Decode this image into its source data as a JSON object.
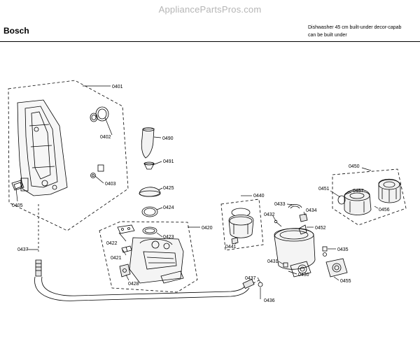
{
  "header": {
    "watermark": "AppliancePartsPros.com",
    "brand": "Bosch",
    "description_line1": "Dishwasher 45 cm built-under decor-capab",
    "description_line2": "can be built under"
  },
  "parts": {
    "p0401": "0401",
    "p0402": "0402",
    "p0403": "0403",
    "p0405": "0405",
    "p0437a": "0437",
    "p0490": "0490",
    "p0491": "0491",
    "p0425": "0425",
    "p0424": "0424",
    "p0420": "0420",
    "p0423": "0423",
    "p0422": "0422",
    "p0421": "0421",
    "p0428": "0428",
    "p0440": "0440",
    "p0441": "0441",
    "p0433": "0433",
    "p0432": "0432",
    "p0434": "0434",
    "p0452": "0452",
    "p0431": "0431",
    "p0430": "0430",
    "p0437b": "0437",
    "p0436": "0436",
    "p0435": "0435",
    "p0455": "0455",
    "p0450": "0450",
    "p0451": "0451",
    "p0457": "0457",
    "p0456": "0456"
  }
}
